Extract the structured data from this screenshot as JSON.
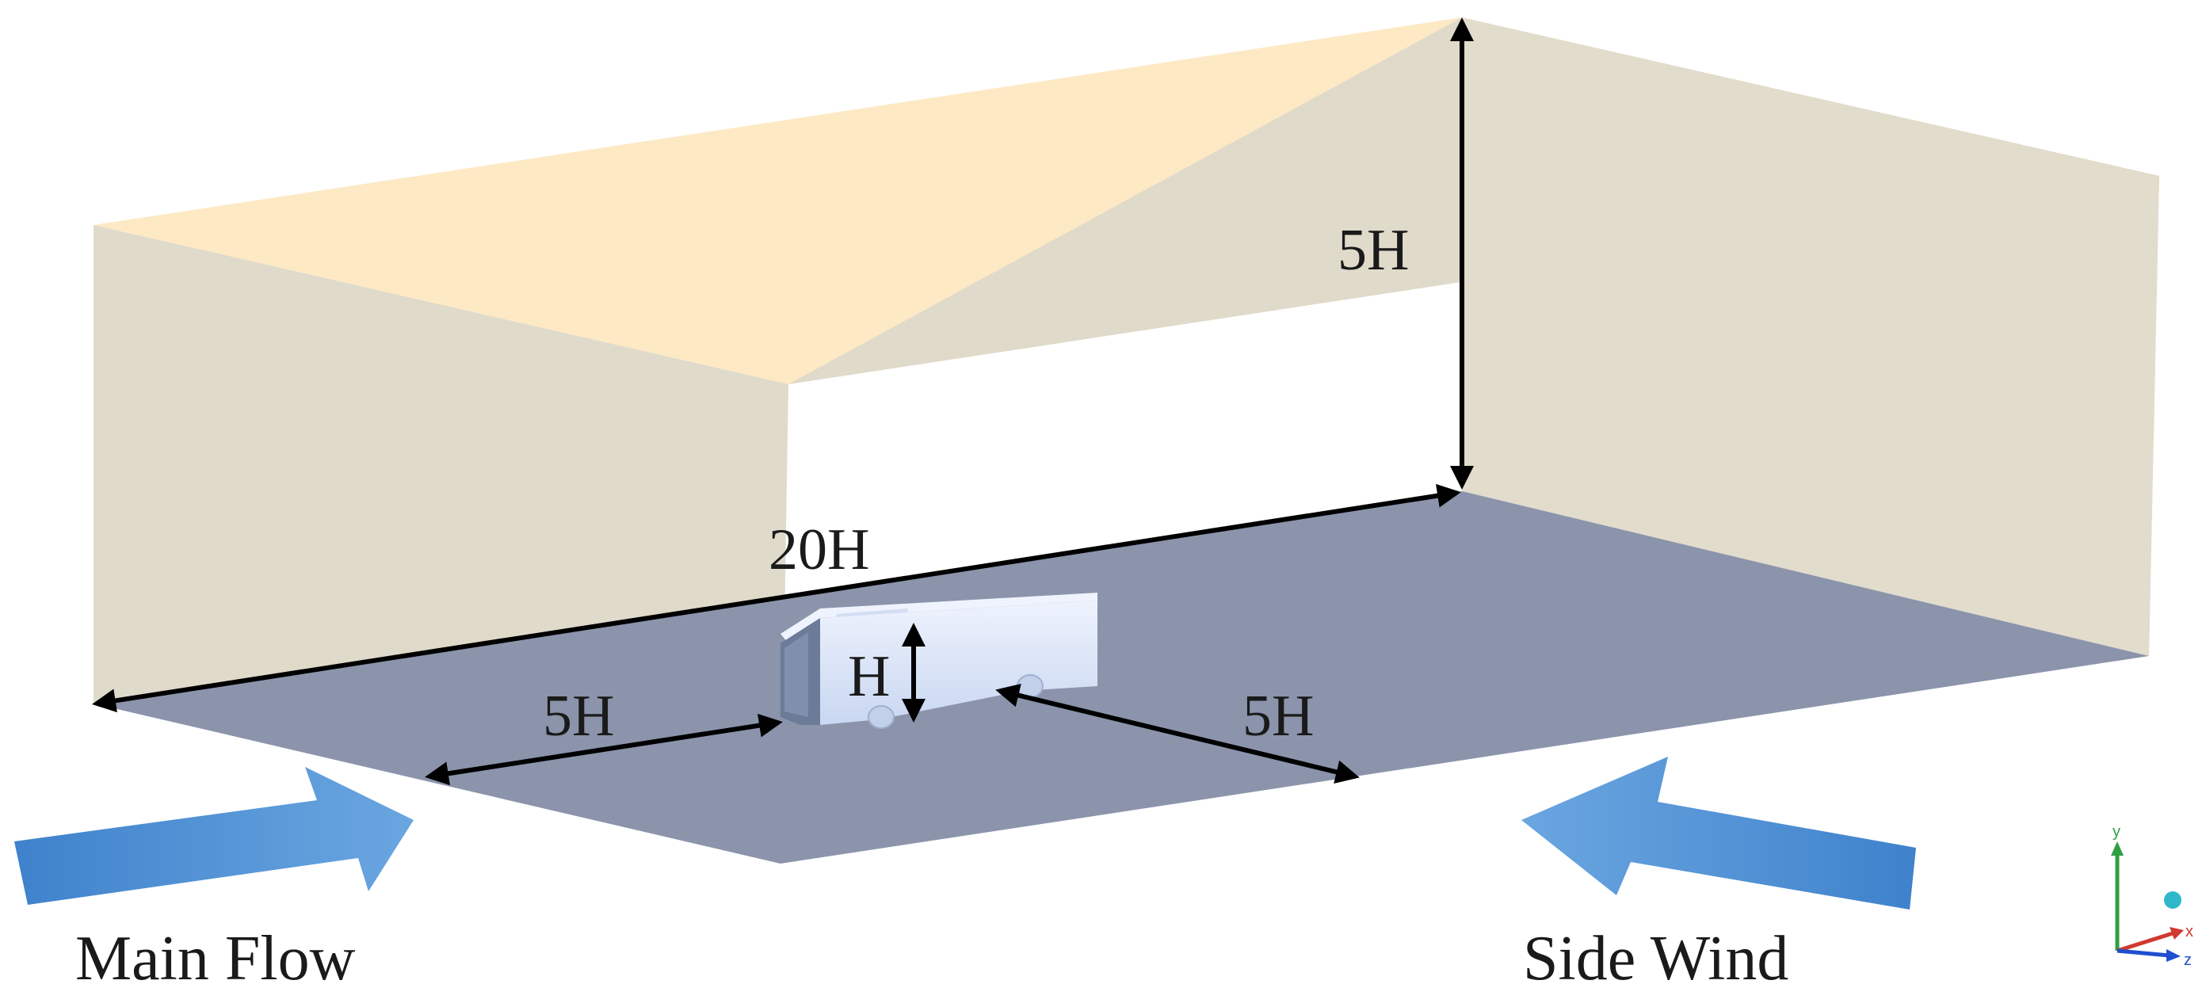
{
  "dimensions": {
    "height": "5H",
    "length": "20H",
    "upstream": "5H",
    "downstream": "5H",
    "vehicle_height": "H"
  },
  "flows": {
    "main": "Main Flow",
    "side": "Side Wind"
  },
  "axes": {
    "y": "y",
    "x": "x",
    "z": "z"
  },
  "colors": {
    "top_face": "#fde9c4",
    "side_face": "#e0dacb",
    "floor": "#8b94ab",
    "vehicle": "#dbe6fa",
    "arrow": "#4f8fd2",
    "dim_line": "#000000"
  }
}
